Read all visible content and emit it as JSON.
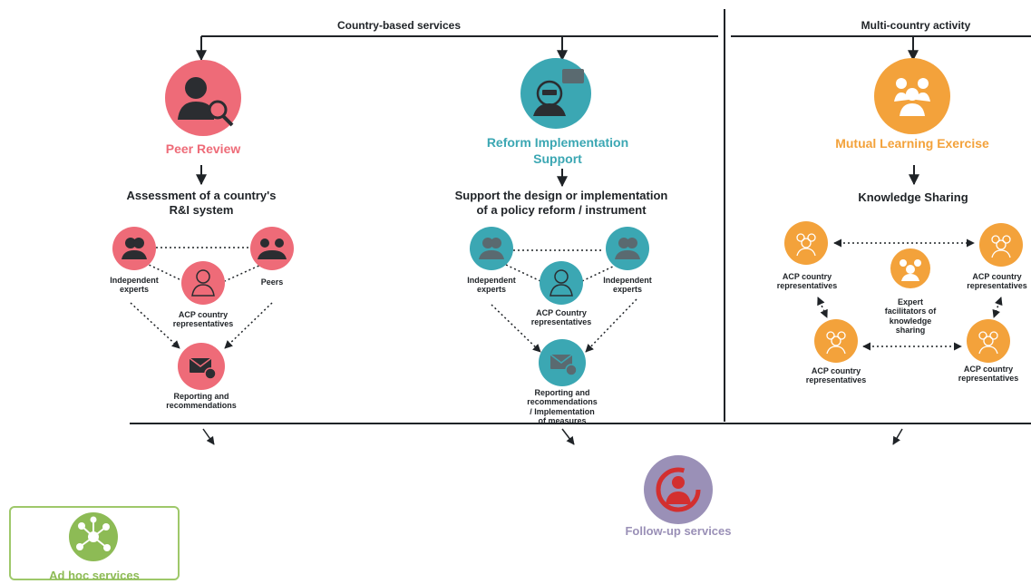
{
  "sections": {
    "country_based": "Country-based services",
    "multi_country": "Multi-country activity"
  },
  "peer_review": {
    "title": "Peer Review",
    "subtitle_line1": "Assessment of a country's",
    "subtitle_line2": "R&I system",
    "independent_experts_1": "Independent",
    "independent_experts_2": "experts",
    "peers": "Peers",
    "acp_1": "ACP country",
    "acp_2": "representatives",
    "reporting_1": "Reporting and",
    "reporting_2": "recommendations"
  },
  "reform_support": {
    "title_line1": "Reform Implementation",
    "title_line2": "Support",
    "subtitle_line1": "Support the design or implementation",
    "subtitle_line2": "of a policy reform / instrument",
    "independent_experts_1": "Independent",
    "independent_experts_2": "experts",
    "acp_1": "ACP Country",
    "acp_2": "representatives",
    "reporting_1": "Reporting and",
    "reporting_2": "recommendations",
    "reporting_3": "/ Implementation",
    "reporting_4": "of measures"
  },
  "mutual_learning": {
    "title": "Mutual Learning Exercise",
    "subtitle": "Knowledge Sharing",
    "acp_1": "ACP country",
    "acp_2": "representatives",
    "expert_1": "Expert",
    "expert_2": "facilitators of",
    "expert_3": "knowledge",
    "expert_4": "sharing"
  },
  "follow_up": {
    "title": "Follow-up services"
  },
  "ad_hoc": {
    "title": "Ad hoc services"
  },
  "colors": {
    "pink": "#ee6b78",
    "teal": "#3ba7b3",
    "orange": "#f3a23b",
    "purple": "#9a90b7",
    "green": "#8dbb55"
  }
}
